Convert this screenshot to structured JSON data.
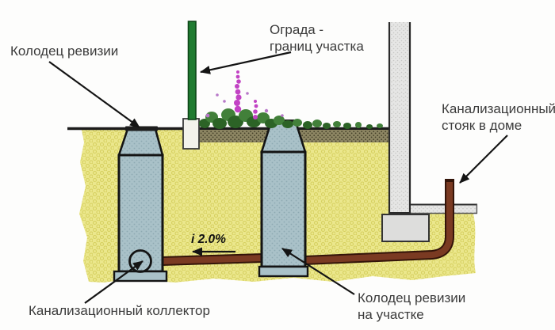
{
  "callouts": {
    "inspection_well_top": {
      "text": "Колодец ревизии"
    },
    "fence": {
      "line1": "Ограда -",
      "line2": "границ участка"
    },
    "house_riser": {
      "line1": "Канализационный",
      "line2": "стояк в доме"
    },
    "sewer_collector": {
      "text": "Канализационный коллектор"
    },
    "inspection_well_site": {
      "line1": "Колодец ревизии",
      "line2": "на участке"
    },
    "slope": {
      "text": "i 2.0%"
    }
  },
  "colors": {
    "background": "#fdfdfc",
    "text": "#3b3b3b",
    "arrow": "#141414",
    "ground_base": "#ebe78c",
    "ground_dot": "#d6d060",
    "soil_base": "#8d8663",
    "soil_dot": "#45412a",
    "well_base": "#a9c1c8",
    "well_dot": "#8ea9b2",
    "well_outline": "#141414",
    "pipe_fill": "#7a3a22",
    "pipe_outline": "#331409",
    "wall_base": "#e6e6e5",
    "wall_dot": "#c7c7c6",
    "wall_edge": "#2b2b2b",
    "foundation_fill": "#dddddc",
    "fence_green": "#207c31",
    "flower_magenta": "#c243c4"
  }
}
